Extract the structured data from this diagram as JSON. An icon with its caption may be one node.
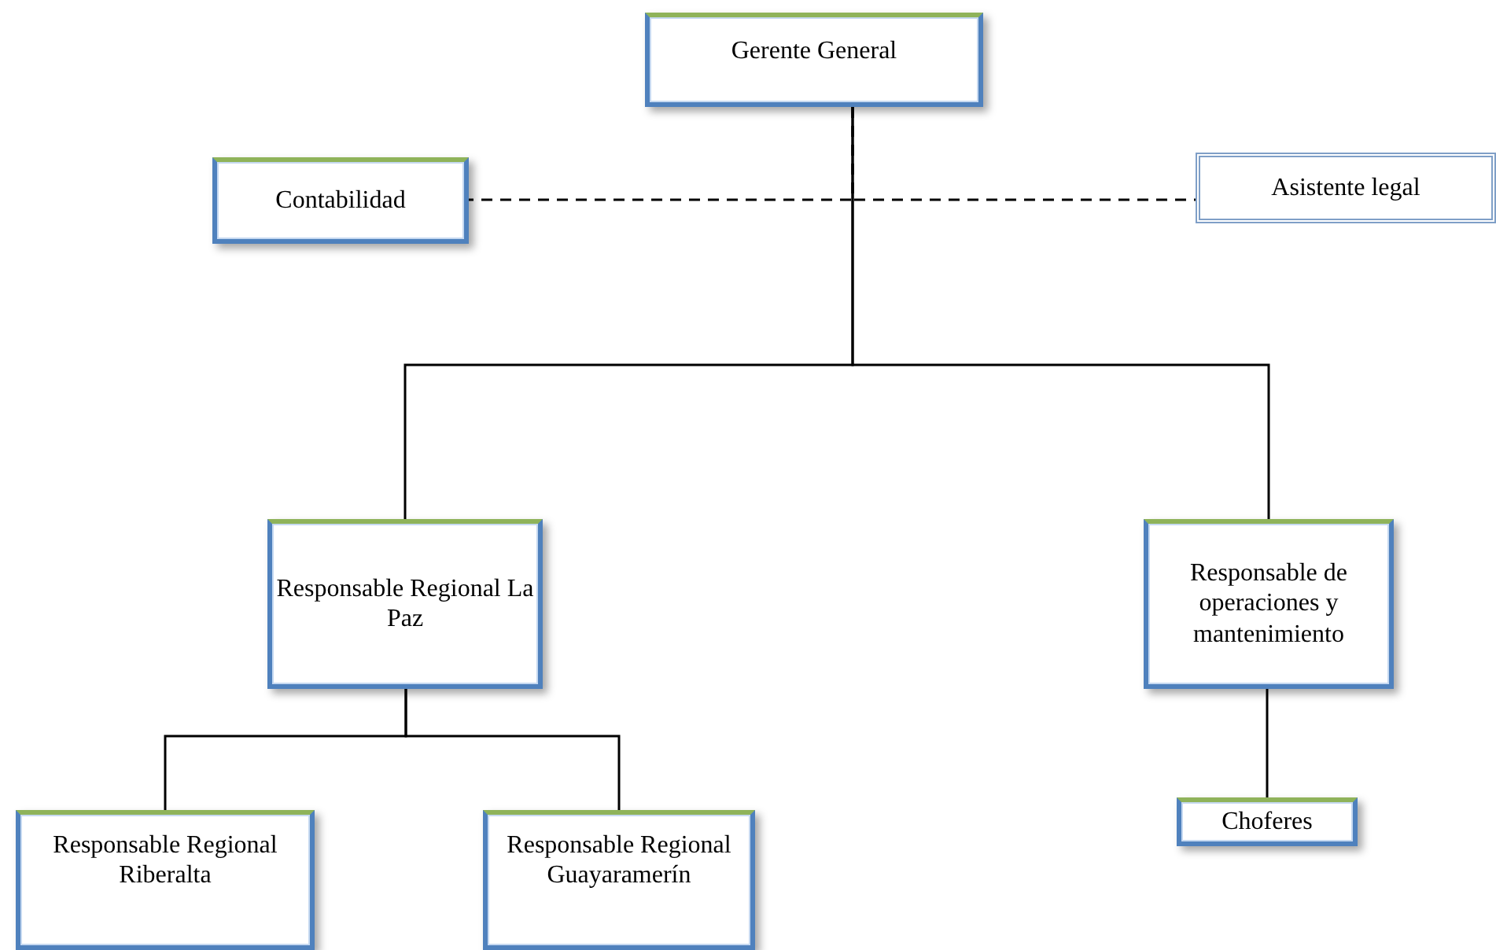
{
  "diagram": {
    "nodes": [
      {
        "text": [
          "Gerente General"
        ]
      },
      {
        "text": [
          "Contabilidad"
        ]
      },
      {
        "text": [
          "Asistente legal"
        ]
      },
      {
        "text": [
          "Responsable Regional La Paz"
        ]
      },
      {
        "text": [
          "Responsable de operaciones y mantenimiento"
        ]
      },
      {
        "text": [
          "Responsable Regional Riberalta"
        ]
      },
      {
        "text": [
          "Responsable Regional Guayaramerín"
        ]
      },
      {
        "text": [
          "Choferes"
        ]
      }
    ],
    "edges": [
      {
        "from": 0,
        "to": 1,
        "arrow": "none",
        "style": "dashed"
      },
      {
        "from": 0,
        "to": 2,
        "arrow": "none",
        "style": "dashed"
      },
      {
        "from": 0,
        "to": 3,
        "arrow": "none"
      },
      {
        "from": 0,
        "to": 4,
        "arrow": "none"
      },
      {
        "from": 3,
        "to": 5,
        "arrow": "none"
      },
      {
        "from": 3,
        "to": 6,
        "arrow": "none"
      },
      {
        "from": 4,
        "to": 7,
        "arrow": "none"
      }
    ]
  }
}
